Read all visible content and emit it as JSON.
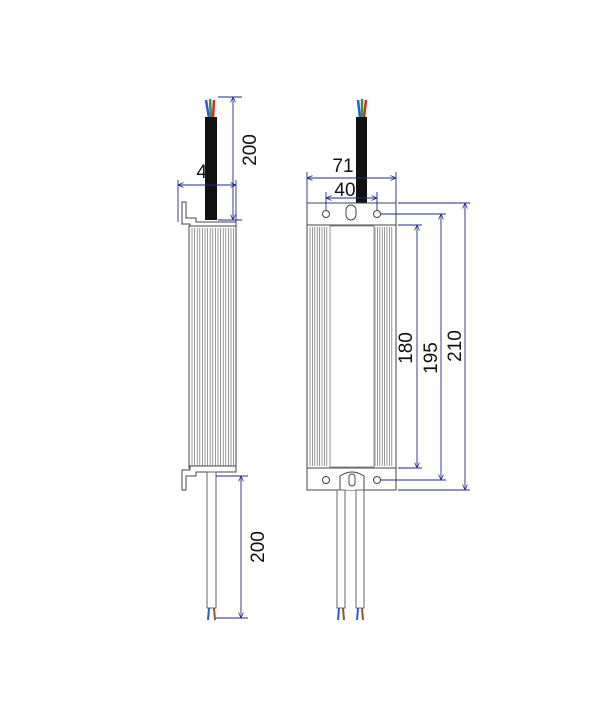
{
  "side_view": {
    "cable_length_top": "200",
    "width": "46",
    "cable_length_bottom": "200"
  },
  "front_view": {
    "overall_width": "71",
    "mounting_hole_spacing": "40",
    "body_length": "180",
    "hole_spacing_length": "195",
    "overall_length": "210"
  },
  "colors": {
    "dimension_line": "#1f2a8c",
    "outline": "#444444",
    "cable_black": "#111111",
    "wire_red": "#d22b1f",
    "wire_green": "#2e9b3a",
    "wire_blue": "#2f5bd0",
    "wire_brown": "#8a5a2b"
  }
}
